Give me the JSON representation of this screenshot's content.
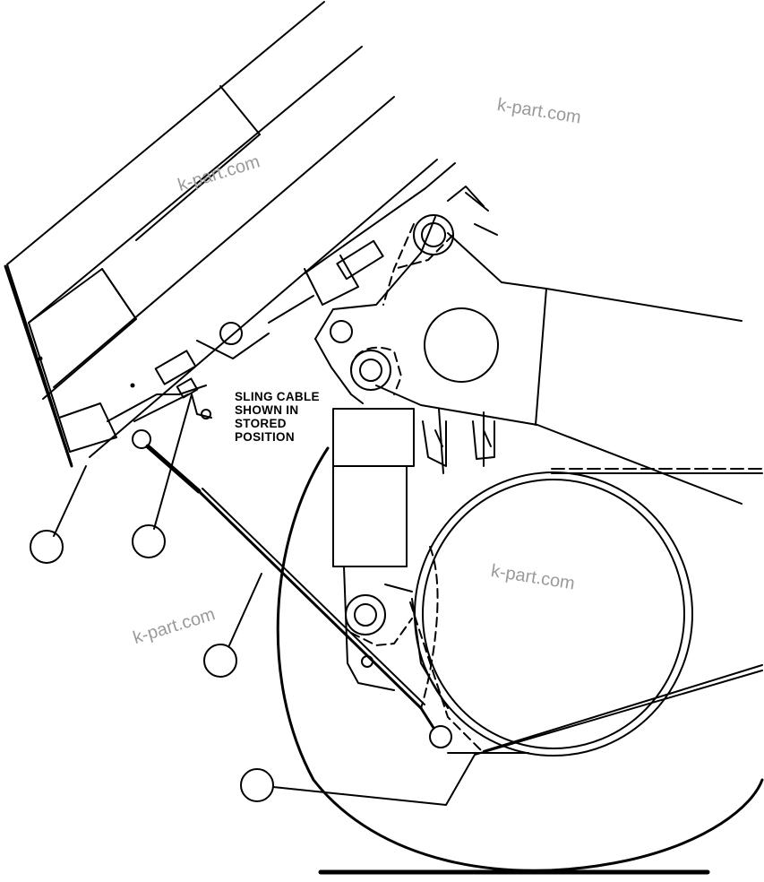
{
  "annotation": {
    "lines": [
      "SLING CABLE",
      "SHOWN IN",
      "STORED",
      "POSITION"
    ]
  },
  "callouts": [
    {
      "id": "callout-1",
      "number": ""
    },
    {
      "id": "callout-2",
      "number": ""
    },
    {
      "id": "callout-3",
      "number": ""
    },
    {
      "id": "callout-4",
      "number": ""
    }
  ],
  "watermark": {
    "text": "k-part.com"
  },
  "colors": {
    "line": "#000000",
    "background": "#ffffff",
    "watermark": "#9a9a9a"
  }
}
